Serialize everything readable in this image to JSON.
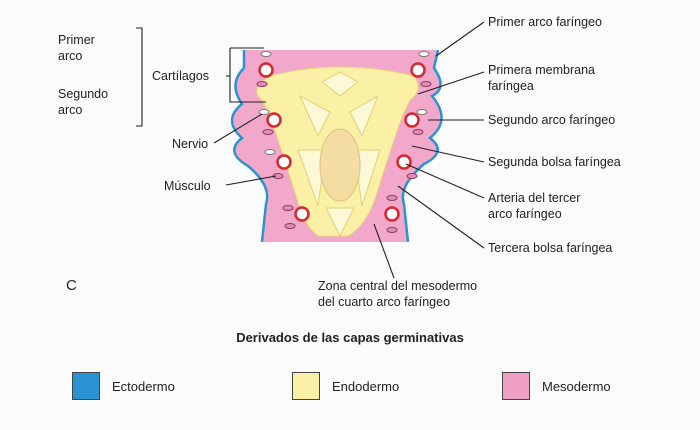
{
  "panel_letter": "C",
  "labels": {
    "primer": "Primer",
    "arco1": "arco",
    "segundo": "Segundo",
    "arco2": "arco",
    "cartilagos": "Cartílagos",
    "nervio": "Nervio",
    "musculo": "Músculo",
    "primer_arco_faringeo": "Primer arco faríngeo",
    "primera_membrana_l1": "Primera membrana",
    "primera_membrana_l2": "faríngea",
    "segundo_arco_faringeo": "Segundo arco faríngeo",
    "segunda_bolsa": "Segunda bolsa faríngea",
    "arteria_l1": "Arteria del tercer",
    "arteria_l2": "arco faríngeo",
    "tercera_bolsa": "Tercera bolsa faríngea",
    "zona_l1": "Zona central del mesodermo",
    "zona_l2": "del cuarto arco faríngeo"
  },
  "legend": {
    "title": "Derivados de las capas germinativas",
    "items": [
      {
        "label": "Ectodermo",
        "color": "#2b93d1"
      },
      {
        "label": "Endodermo",
        "color": "#fbf1a6"
      },
      {
        "label": "Mesodermo",
        "color": "#ef9fc4"
      }
    ]
  },
  "colors": {
    "ectoderm": "#2b93d1",
    "endoderm": "#fbf1a6",
    "mesoderm": "#f2a8cb",
    "artery": "#d8262f"
  }
}
